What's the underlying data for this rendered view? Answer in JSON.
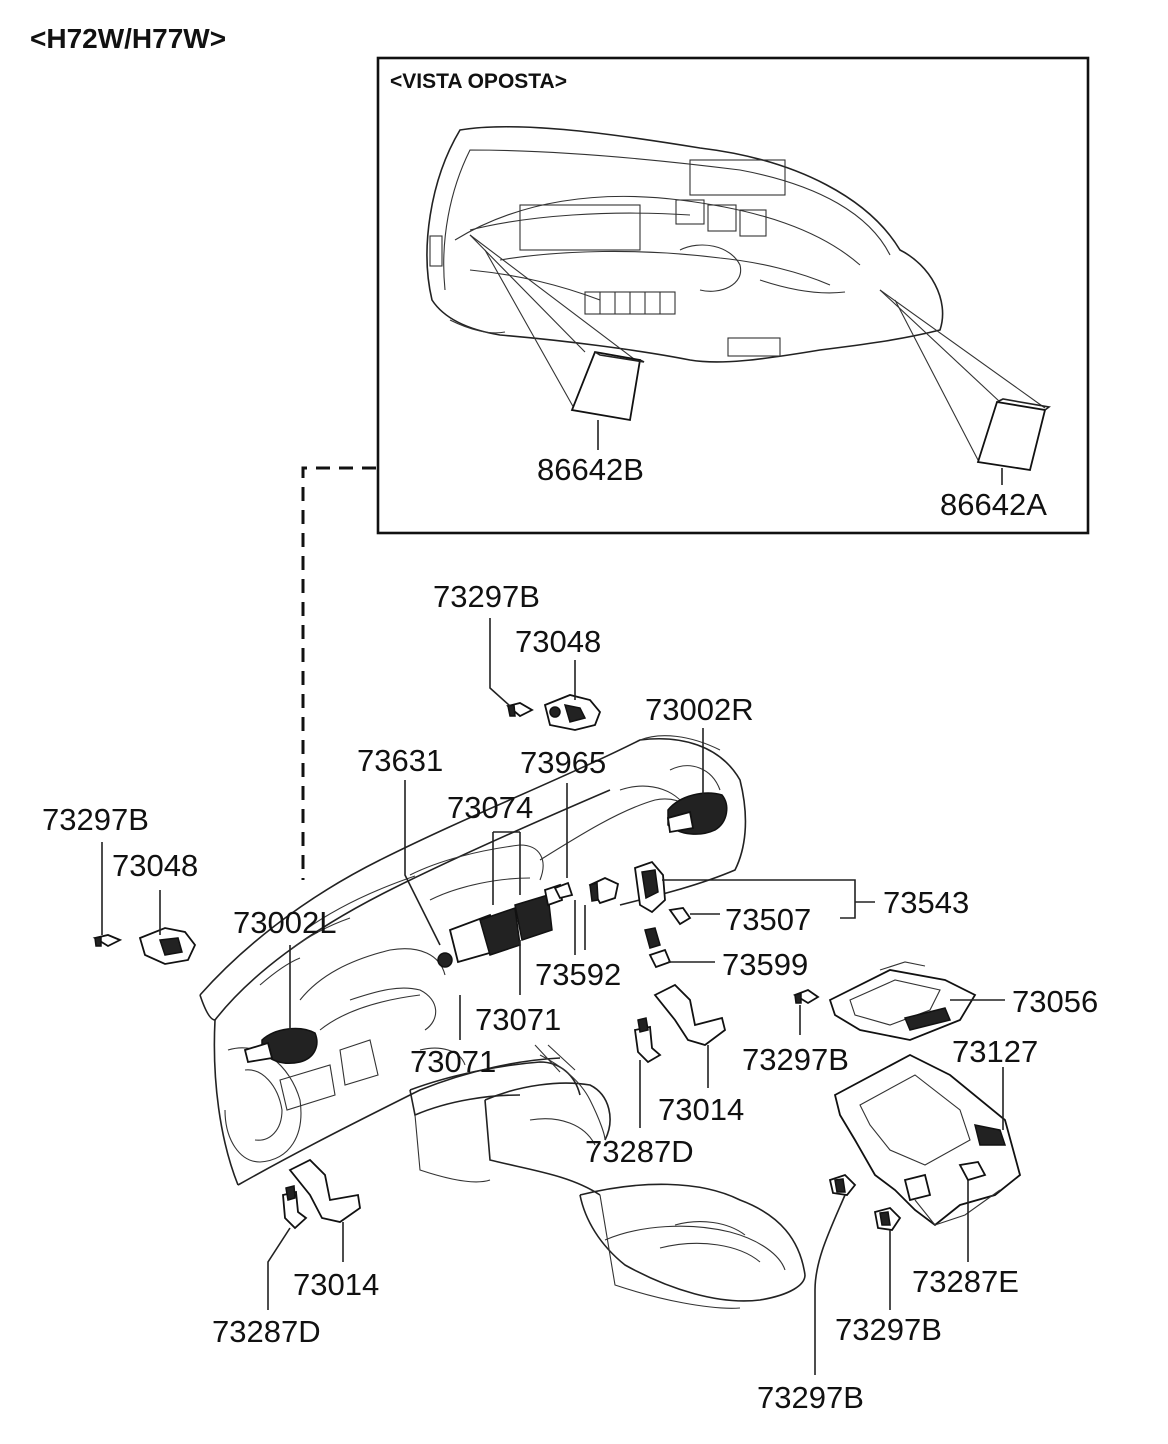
{
  "title": "<H72W/H77W>",
  "inset": {
    "title": "<VISTA OPOSTA>",
    "labels": {
      "p86642B": "86642B",
      "p86642A": "86642A"
    }
  },
  "labels": {
    "p73297B_top": "73297B",
    "p73048_top": "73048",
    "p73002R": "73002R",
    "p73631": "73631",
    "p73965": "73965",
    "p73074": "73074",
    "p73297B_left": "73297B",
    "p73048_left": "73048",
    "p73002L": "73002L",
    "p73543": "73543",
    "p73507": "73507",
    "p73599": "73599",
    "p73592": "73592",
    "p73071_a": "73071",
    "p73071_b": "73071",
    "p73056": "73056",
    "p73297B_mid": "73297B",
    "p73127": "73127",
    "p73014_mid": "73014",
    "p73287D_mid": "73287D",
    "p73287E": "73287E",
    "p73297B_low": "73297B",
    "p73014_low": "73014",
    "p73287D_low": "73287D",
    "p73297B_bottom": "73297B"
  }
}
